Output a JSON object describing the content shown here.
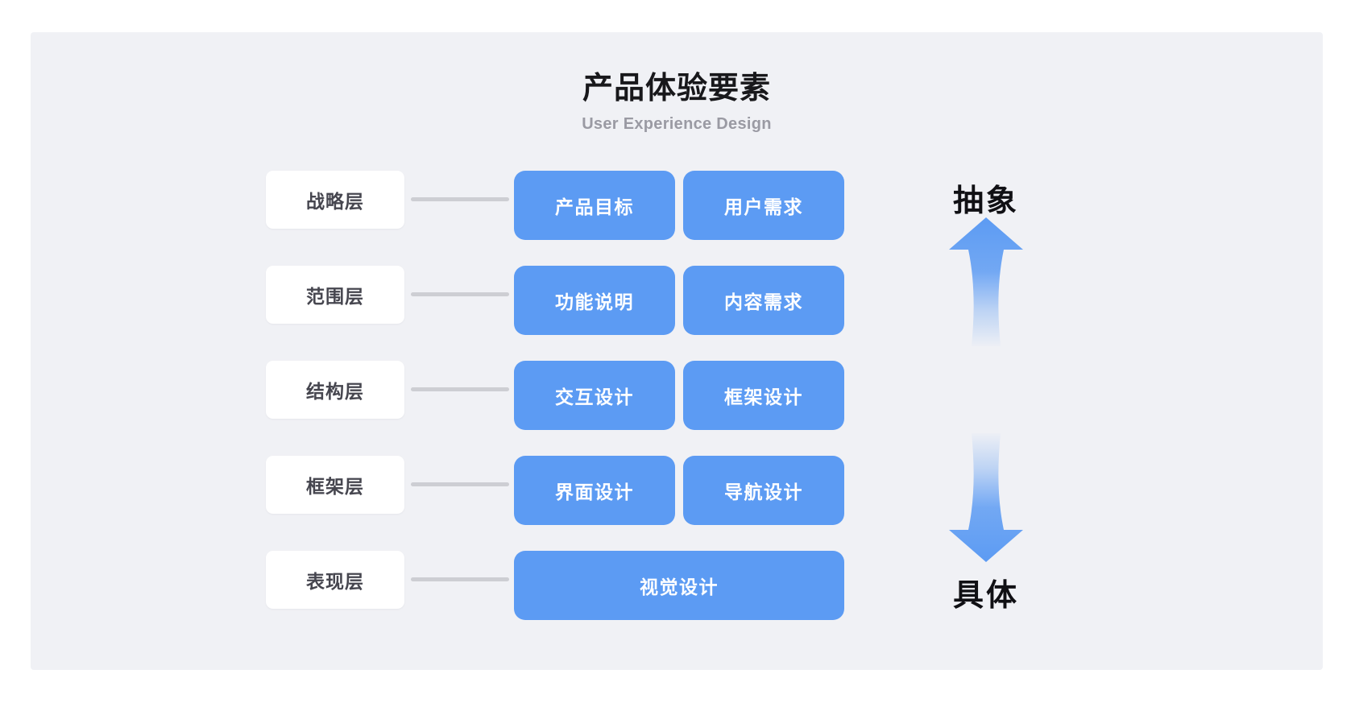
{
  "header": {
    "title": "产品体验要素",
    "subtitle": "User Experience Design"
  },
  "colors": {
    "page_background": "#ffffff",
    "panel_background": "#f0f1f5",
    "card_blue": "#5c9bf3",
    "layer_card_background": "#ffffff",
    "layer_card_text": "#46464f",
    "connector_line": "#cdced3",
    "title_text": "#18181b",
    "subtitle_text": "#9a9aa3",
    "axis_label_text": "#101014"
  },
  "diagram": {
    "rows": [
      {
        "layer": "战略层",
        "elements": [
          {
            "label": "产品目标"
          },
          {
            "label": "用户需求"
          }
        ]
      },
      {
        "layer": "范围层",
        "elements": [
          {
            "label": "功能说明"
          },
          {
            "label": "内容需求"
          }
        ]
      },
      {
        "layer": "结构层",
        "elements": [
          {
            "label": "交互设计"
          },
          {
            "label": "框架设计"
          }
        ]
      },
      {
        "layer": "框架层",
        "elements": [
          {
            "label": "界面设计"
          },
          {
            "label": "导航设计"
          }
        ]
      },
      {
        "layer": "表现层",
        "elements": [
          {
            "label": "视觉设计"
          }
        ]
      }
    ]
  },
  "axis": {
    "top_label": "抽象",
    "bottom_label": "具体",
    "up_arrow_icon": "arrow-up-gradient-icon",
    "down_arrow_icon": "arrow-down-gradient-icon"
  }
}
